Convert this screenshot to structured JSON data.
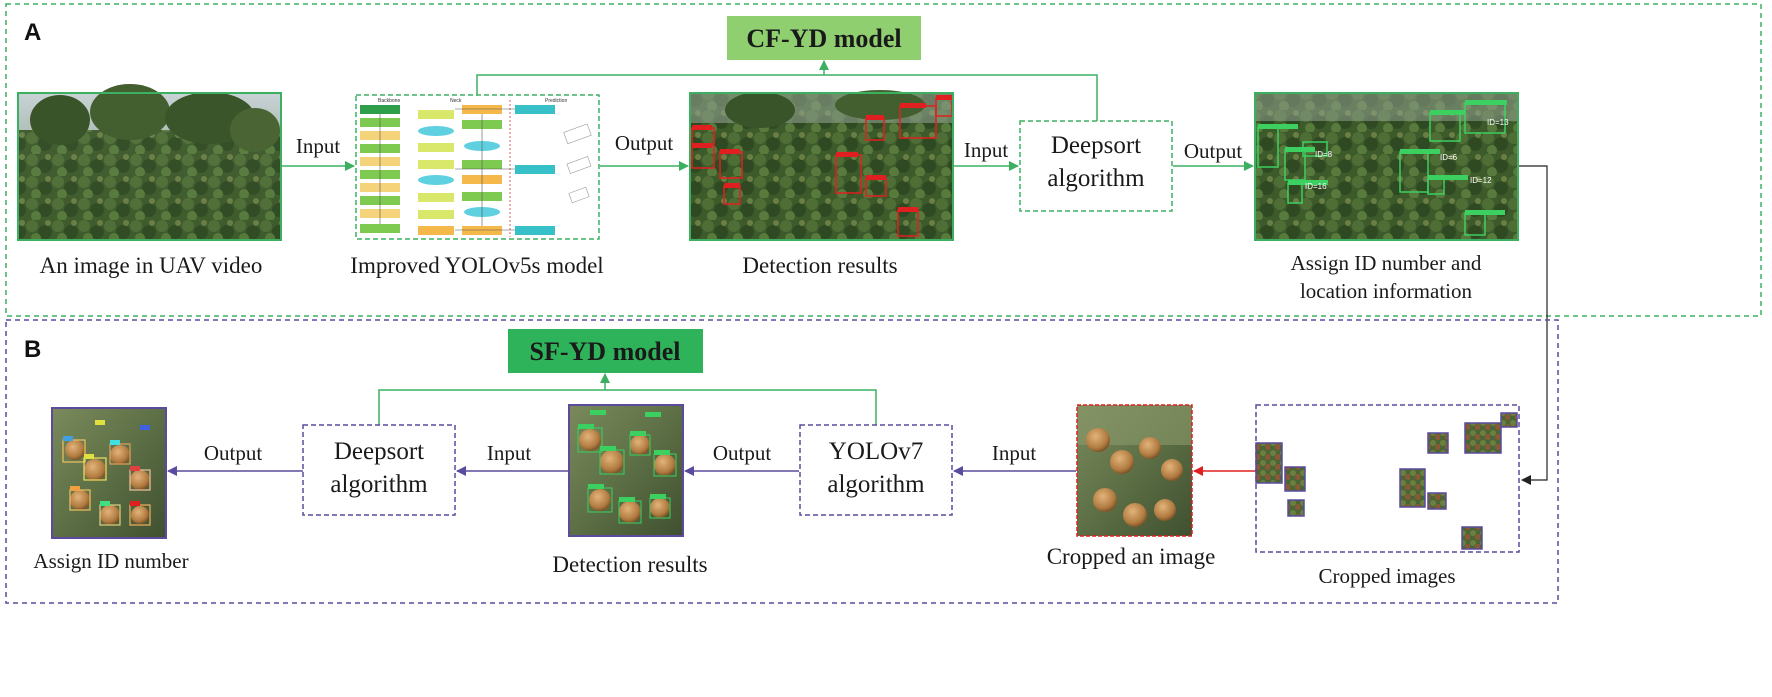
{
  "panel_a": {
    "letter": "A",
    "model_title": "CF-YD model",
    "input_image_caption": "An image in UAV video",
    "network_caption": "Improved YOLOv5s model",
    "network_section_labels": [
      "Backbone",
      "Neck",
      "Prediction"
    ],
    "detection_caption": "Detection results",
    "tracker_label_line1": "Deepsort",
    "tracker_label_line2": "algorithm",
    "tracked_caption_line1": "Assign ID number and",
    "tracked_caption_line2": "location information",
    "tracked_id_labels": [
      "ID=8",
      "ID=13",
      "ID=6",
      "ID=16",
      "ID=12"
    ],
    "arrow_input_1": "Input",
    "arrow_output_1": "Output",
    "arrow_input_2": "Input",
    "arrow_output_2": "Output"
  },
  "panel_b": {
    "letter": "B",
    "model_title": "SF-YD model",
    "tracker_label_line1": "Deepsort",
    "tracker_label_line2": "algorithm",
    "detector_label_line1": "YOLOv7",
    "detector_label_line2": "algorithm",
    "assign_caption": "Assign ID number",
    "detection_caption": "Detection results",
    "cropped_caption": "Cropped an image",
    "cropped_images_caption": "Cropped images",
    "arrow_output_1": "Output",
    "arrow_input_1": "Input",
    "arrow_output_2": "Output",
    "arrow_input_2": "Input"
  },
  "colors": {
    "panel_a_border": "#3cb060",
    "panel_b_border": "#5b4a9e",
    "cf_yd_title_bg": "#8fcf70",
    "sf_yd_title_bg": "#2fb35a",
    "green_arrow": "#3cb060",
    "purple_arrow": "#5b4a9e",
    "red_arrow": "#e02020",
    "detection_box": "#e02020",
    "tracking_box": "#3cd060"
  }
}
